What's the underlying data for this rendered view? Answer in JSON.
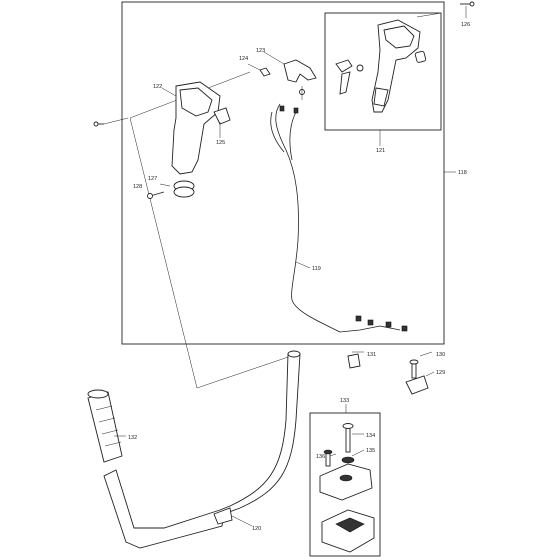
{
  "callouts": {
    "p118": "118",
    "p119": "119",
    "p120": "120",
    "p121": "121",
    "p122": "122",
    "p123": "123",
    "p124": "124",
    "p125": "125",
    "p126": "126",
    "p127": "127",
    "p128": "128",
    "p129": "129",
    "p130": "130",
    "p131": "131",
    "p132": "132",
    "p133": "133",
    "p134": "134",
    "p135": "135",
    "p136": "136"
  }
}
